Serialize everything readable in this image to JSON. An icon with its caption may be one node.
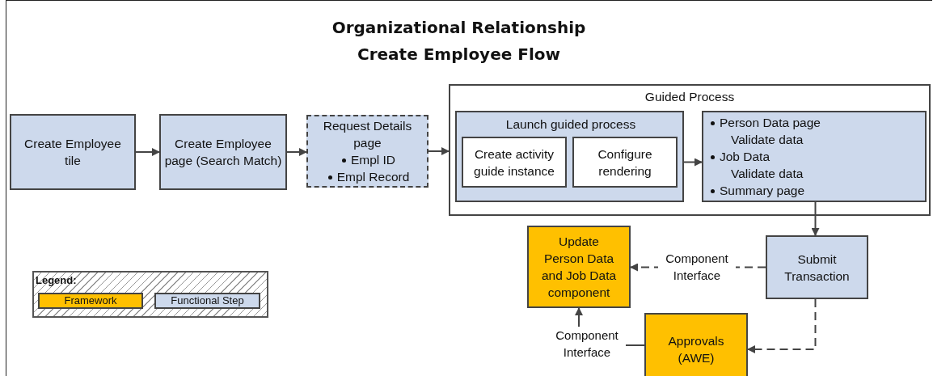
{
  "diagram": {
    "title": "Organizational Relationship Create Employee Flow",
    "nodes": [
      {
        "text": [
          "Create Employee tile"
        ]
      },
      {
        "text": [
          "Create Employee page (Search Match)"
        ]
      },
      {
        "text": [
          "Request Details page",
          "Empl ID",
          "Empl Record"
        ]
      },
      {
        "text": [
          "Guided Process"
        ]
      },
      {
        "text": [
          "Launch guided process"
        ],
        "in": 3
      },
      {
        "text": [
          "Create activity guide instance"
        ],
        "in": 4
      },
      {
        "text": [
          "Configure rendering"
        ],
        "in": 4
      },
      {
        "text": [
          "Person Data page",
          "Validate data",
          "Job Data",
          "Validate data",
          "Summary page"
        ],
        "in": 3
      },
      {
        "text": [
          "Submit Transaction"
        ]
      },
      {
        "text": [
          "Update Person Data and Job Data component"
        ]
      },
      {
        "text": [
          "Approvals (AWE)"
        ]
      }
    ],
    "edges": [
      {
        "from": 0,
        "to": 1,
        "arrow": "to"
      },
      {
        "from": 1,
        "to": 2,
        "arrow": "to"
      },
      {
        "from": 2,
        "to": 3,
        "arrow": "to"
      },
      {
        "from": 4,
        "to": 7,
        "arrow": "to"
      },
      {
        "from": 7,
        "to": 8,
        "arrow": "to"
      },
      {
        "from": 8,
        "to": 9,
        "arrow": "to",
        "label": "Component Interface",
        "style": "dashed"
      },
      {
        "from": 8,
        "to": 10,
        "arrow": "to",
        "style": "dashed"
      },
      {
        "from": 10,
        "to": 9,
        "arrow": "to",
        "label": "Component Interface"
      }
    ],
    "labels": [
      "Legend:"
    ],
    "legend": [
      {
        "text": "Framework",
        "color": "#ffc000"
      },
      {
        "text": "Functional Step",
        "color": "#cdd9ec"
      }
    ]
  }
}
